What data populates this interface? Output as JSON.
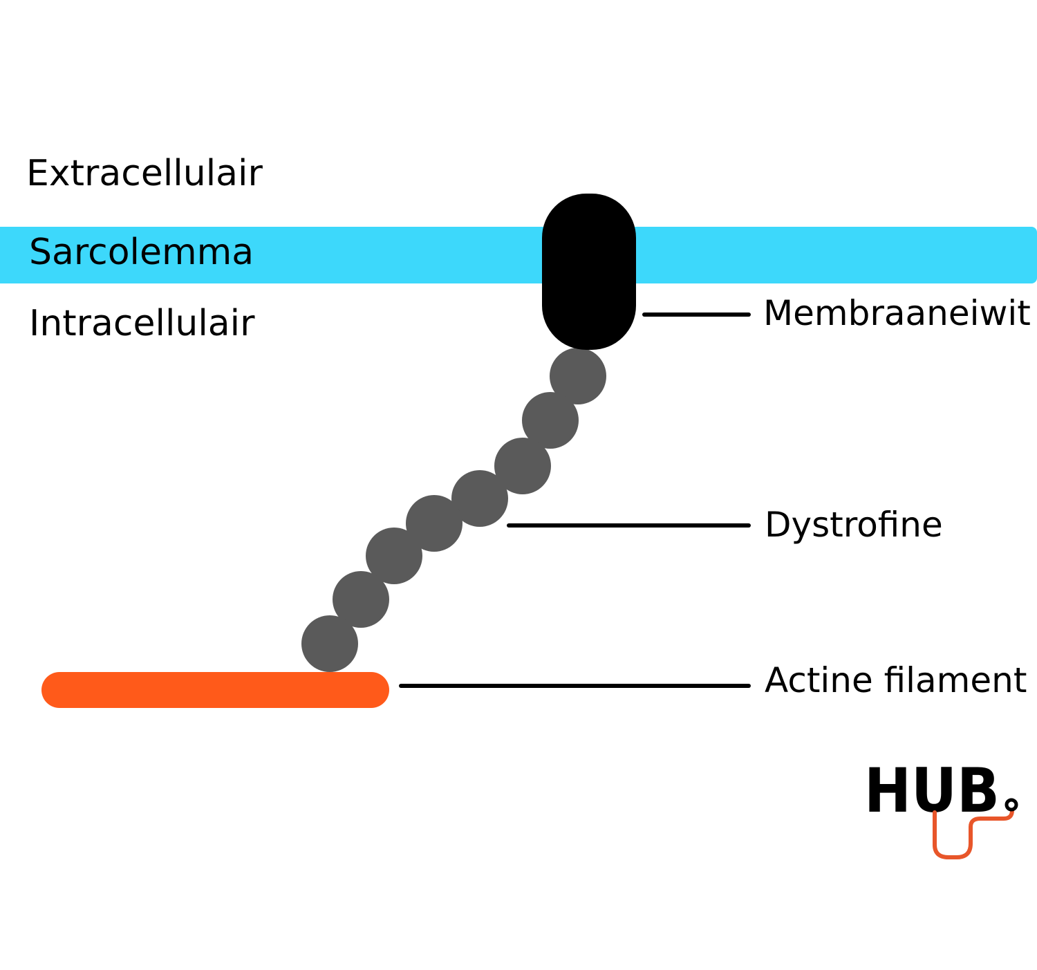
{
  "regions": {
    "extracellular": "Extracellulair",
    "sarcolemma": "Sarcolemma",
    "intracellular": "Intracellulair"
  },
  "callouts": {
    "membrane_protein": "Membraaneiwit",
    "dystrophin": "Dystrofine",
    "actin_filament": "Actine filament"
  },
  "logo": {
    "text": "HUB"
  },
  "colors": {
    "sarcolemma": "#3DD8FB",
    "membrane_protein": "#000000",
    "dystrophin": "#5A5A5A",
    "actin_filament": "#FF5A1A",
    "logo_text": "#000000",
    "logo_accent": "#E8562A"
  }
}
